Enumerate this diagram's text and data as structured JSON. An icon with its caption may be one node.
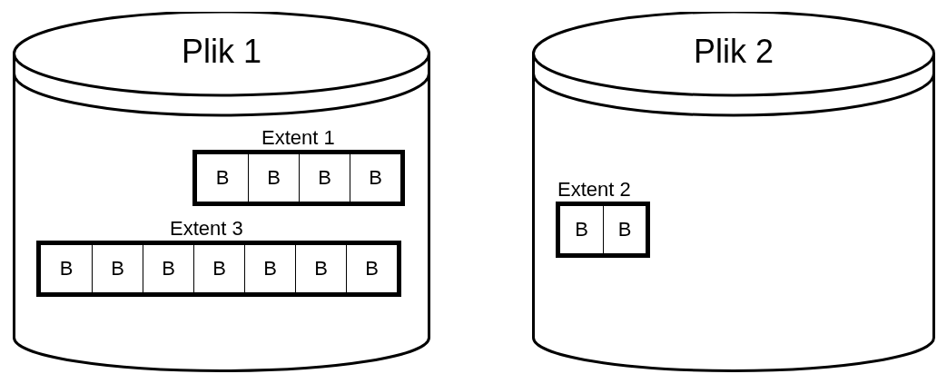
{
  "diagram": {
    "nodes": [
      {
        "text": [
          "Plik 1"
        ]
      },
      {
        "text": [
          "Extent 1"
        ],
        "in": 0
      },
      {
        "text": [
          "B"
        ],
        "in": 1
      },
      {
        "text": [
          "B"
        ],
        "in": 1
      },
      {
        "text": [
          "B"
        ],
        "in": 1
      },
      {
        "text": [
          "B"
        ],
        "in": 1
      },
      {
        "text": [
          "Extent 3"
        ],
        "in": 0
      },
      {
        "text": [
          "B"
        ],
        "in": 6
      },
      {
        "text": [
          "B"
        ],
        "in": 6
      },
      {
        "text": [
          "B"
        ],
        "in": 6
      },
      {
        "text": [
          "B"
        ],
        "in": 6
      },
      {
        "text": [
          "B"
        ],
        "in": 6
      },
      {
        "text": [
          "B"
        ],
        "in": 6
      },
      {
        "text": [
          "B"
        ],
        "in": 6
      },
      {
        "text": [
          "Plik 2"
        ]
      },
      {
        "text": [
          "Extent 2"
        ],
        "in": 14
      },
      {
        "text": [
          "B"
        ],
        "in": 15
      },
      {
        "text": [
          "B"
        ],
        "in": 15
      }
    ]
  }
}
